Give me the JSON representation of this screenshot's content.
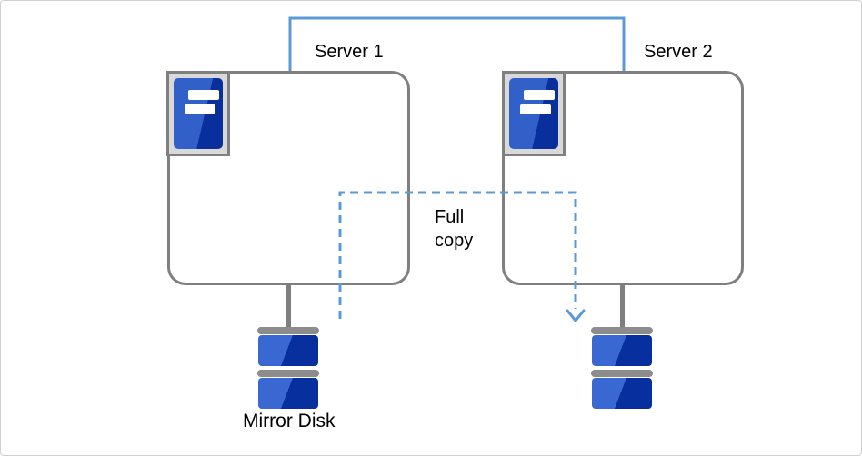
{
  "colors": {
    "accent_blue": "#5b9bd5",
    "outline_gray": "#7f7f7f",
    "icon_bg_gray": "#d9d9d9",
    "tower_light_blue": "#3060c8",
    "tower_dark_blue": "#082f9b",
    "disk_light_blue": "#3a68d2",
    "disk_dark_blue": "#07309e",
    "disk_bar_gray": "#8c8c8c",
    "canvas_border": "#d0d0d0",
    "text_color": "#000000"
  },
  "diagram": {
    "server1": {
      "label": "Server 1",
      "icon": "server-tower-icon"
    },
    "server2": {
      "label": "Server 2",
      "icon": "server-tower-icon"
    },
    "interconnect": {
      "style": "solid",
      "color": "#5b9bd5"
    },
    "flow": {
      "label": "Full\ncopy",
      "style": "dashed-arrow",
      "color": "#5b9bd5"
    },
    "mirror_disk": {
      "label": "Mirror Disk",
      "icon": "disk-stack-icon"
    },
    "server2_disk": {
      "icon": "disk-stack-icon"
    }
  }
}
